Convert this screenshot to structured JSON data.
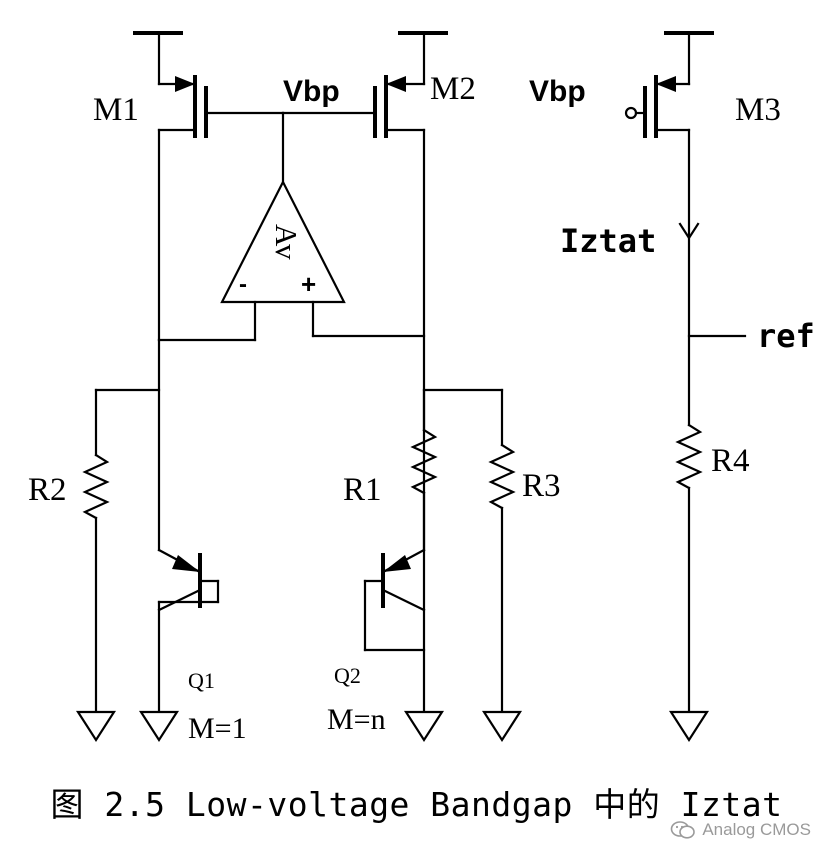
{
  "labels": {
    "m1": "M1",
    "m2": "M2",
    "m3": "M3",
    "vbp_top": "Vbp",
    "vbp_right": "Vbp",
    "amp_gain": "Av",
    "amp_minus": "-",
    "amp_plus": "+",
    "iztat": "Iztat",
    "ref": "ref",
    "r1": "R1",
    "r2": "R2",
    "r3": "R3",
    "r4": "R4",
    "q1": "Q1",
    "q2": "Q2",
    "m_eq_1": "M=1",
    "m_eq_n": "M=n"
  },
  "caption": "图 2.5 Low-voltage Bandgap 中的 Iztat",
  "watermark": {
    "icon": "wechat-icon",
    "text": "Analog CMOS"
  }
}
